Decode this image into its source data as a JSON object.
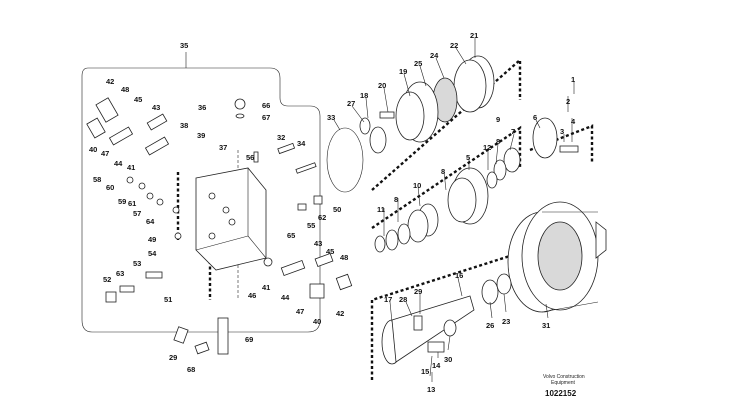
{
  "diagram": {
    "parts": [
      "1",
      "2",
      "3",
      "4",
      "5",
      "6",
      "7",
      "8",
      "9",
      "10",
      "11",
      "12",
      "13",
      "14",
      "15",
      "16",
      "17",
      "18",
      "19",
      "20",
      "21",
      "22",
      "23",
      "24",
      "25",
      "26",
      "27",
      "28",
      "29",
      "30",
      "31",
      "32",
      "33",
      "34",
      "35",
      "36",
      "37",
      "38",
      "39",
      "40",
      "41",
      "42",
      "43",
      "44",
      "45",
      "46",
      "47",
      "48",
      "49",
      "50",
      "51",
      "52",
      "53",
      "54",
      "55",
      "56",
      "57",
      "58",
      "59",
      "60",
      "61",
      "62",
      "63",
      "64",
      "65",
      "66",
      "67",
      "68",
      "69"
    ],
    "caption_line1": "Volvo Construction",
    "caption_line2": "Equipment",
    "reference_number": "1022152"
  }
}
